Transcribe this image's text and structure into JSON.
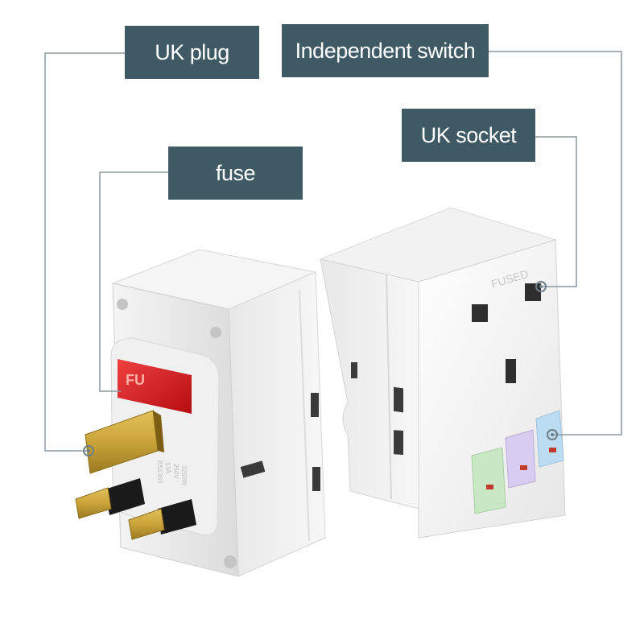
{
  "labels": {
    "uk_plug": "UK plug",
    "independent_switch": "Independent switch",
    "uk_socket": "UK socket",
    "fuse": "fuse"
  },
  "product_markings": {
    "fuse_window": "FU",
    "socket_marking": "FUSED",
    "plug_ratings": [
      "BS1363",
      "13A",
      "250V",
      "3250W"
    ]
  },
  "colors": {
    "label_bg": "#3f5a64",
    "label_text": "#ffffff",
    "leader_line": "#8a9aa2",
    "fuse_red": "#d8161b",
    "switch_green": "#c8e8c4",
    "switch_purple": "#d8cdf0",
    "switch_blue": "#bcdcf2",
    "brass": "#c9a43a"
  }
}
